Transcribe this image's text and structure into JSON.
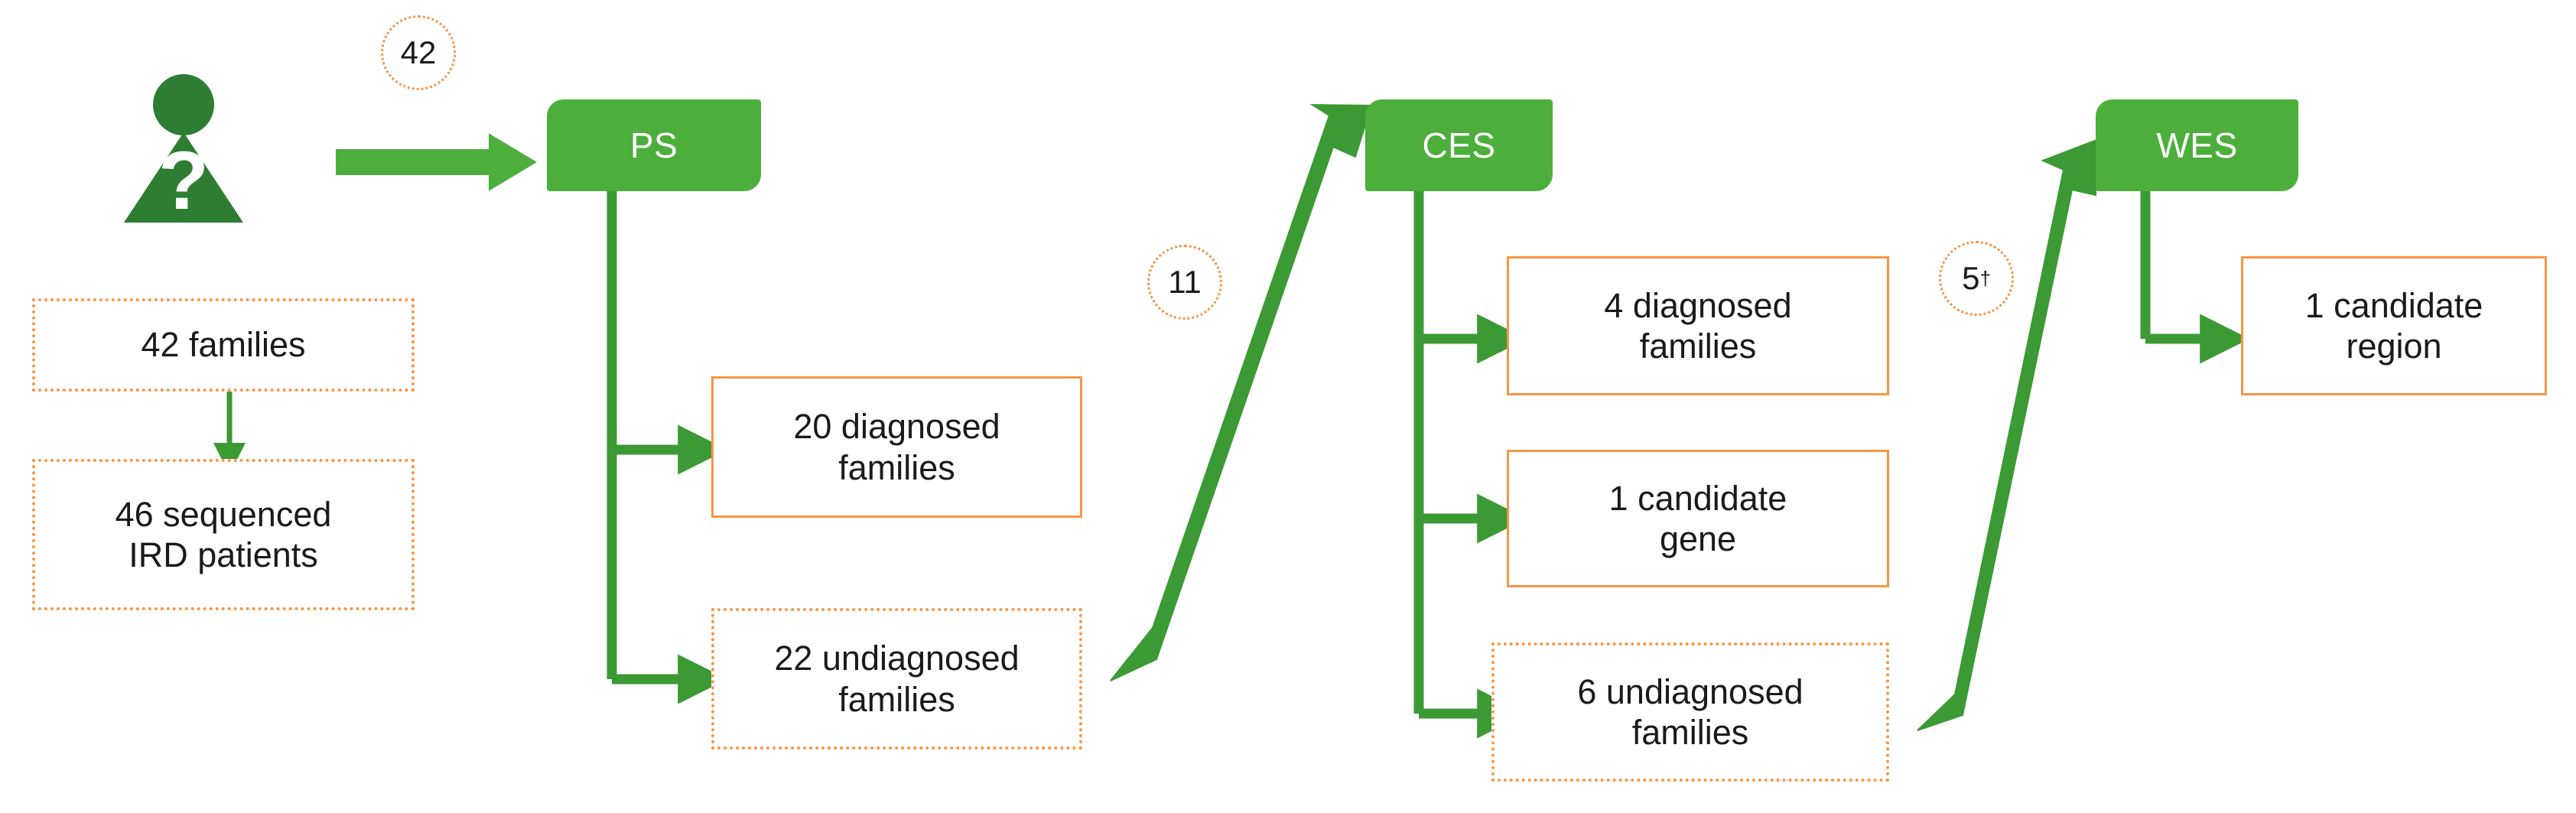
{
  "diagram": {
    "title": "IRD family sequencing workflow",
    "colors": {
      "process_green": "#4CAF3C",
      "icon_green": "#2E7D32",
      "connector_green": "#3C9A35",
      "outcome_orange": "#F79646",
      "text_dark": "#1A1A1A",
      "background": "#FFFFFF"
    }
  },
  "cohort": {
    "icon": "person-question-icon",
    "families_label": "42 families",
    "patients_label": "46 sequenced\nIRD patients",
    "patients_line1": "46 sequenced",
    "patients_line2": "IRD patients"
  },
  "stages": [
    {
      "id": "ps",
      "label": "PS",
      "name": "panel-sequencing"
    },
    {
      "id": "ces",
      "label": "CES",
      "name": "clinical-exome-sequencing"
    },
    {
      "id": "wes",
      "label": "WES",
      "name": "whole-exome-sequencing"
    }
  ],
  "counts": [
    {
      "id": "count-ps",
      "value": "42",
      "dagger": ""
    },
    {
      "id": "count-ces",
      "value": "11",
      "dagger": ""
    },
    {
      "id": "count-wes",
      "value": "5",
      "dagger": "†"
    }
  ],
  "outcomes": {
    "ps": [
      {
        "id": "ps-diagnosed",
        "line1": "20 diagnosed",
        "line2": "families",
        "border": "solid"
      },
      {
        "id": "ps-undiagnosed",
        "line1": "22 undiagnosed",
        "line2": "families",
        "border": "dotted"
      }
    ],
    "ces": [
      {
        "id": "ces-diagnosed",
        "line1": "4 diagnosed",
        "line2": "families",
        "border": "solid"
      },
      {
        "id": "ces-candidate",
        "line1": "1 candidate",
        "line2": "gene",
        "border": "solid"
      },
      {
        "id": "ces-undiagnosed",
        "line1": "6 undiagnosed",
        "line2": "families",
        "border": "dotted"
      }
    ],
    "wes": [
      {
        "id": "wes-candidate",
        "line1": "1 candidate",
        "line2": "region",
        "border": "solid"
      }
    ]
  },
  "connectors": [
    {
      "id": "families-to-patients",
      "kind": "thin-down-arrow"
    },
    {
      "id": "cohort-to-ps",
      "kind": "thick-right-arrow"
    },
    {
      "id": "ps-branch",
      "kind": "elbow-branches"
    },
    {
      "id": "undiagnosed-to-ces",
      "kind": "thick-diagonal-arrow"
    },
    {
      "id": "ces-branch",
      "kind": "elbow-branches"
    },
    {
      "id": "undiagnosed-to-wes",
      "kind": "thick-diagonal-arrow"
    },
    {
      "id": "wes-branch",
      "kind": "elbow-branches"
    }
  ]
}
